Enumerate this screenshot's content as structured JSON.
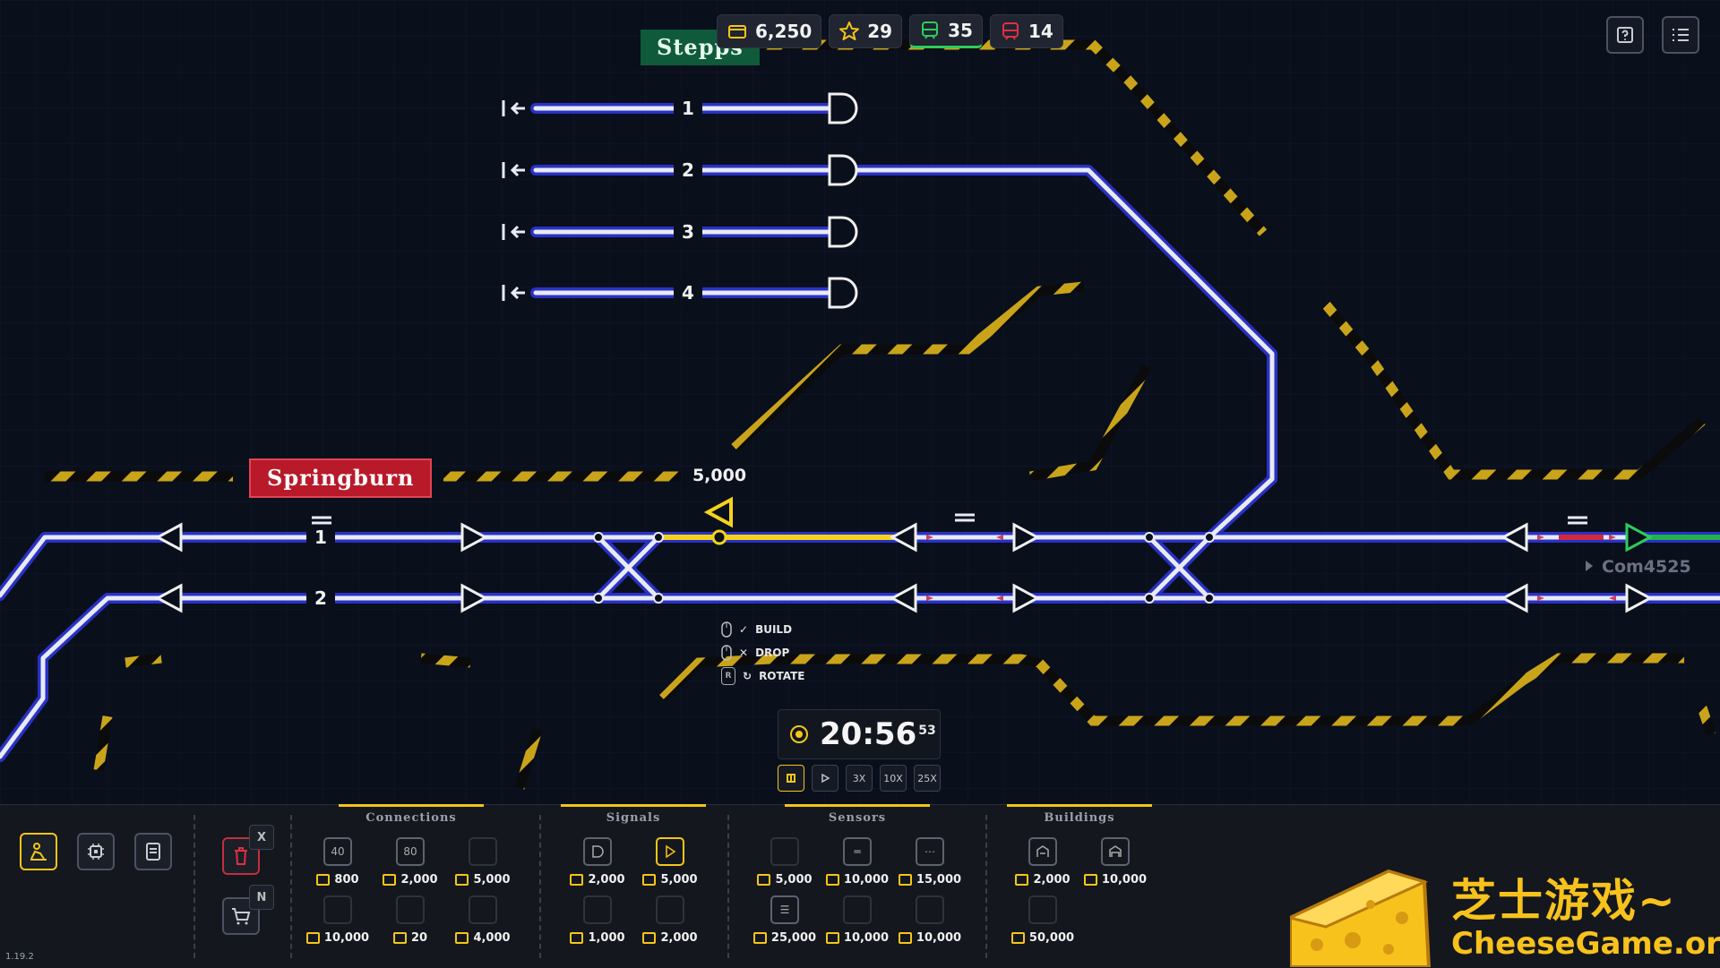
{
  "hud": {
    "money": "6,250",
    "stars": "29",
    "trains_green": "35",
    "trains_red": "14"
  },
  "stations": {
    "top": "Stepps",
    "left": "Springburn"
  },
  "platforms": {
    "top": [
      "1",
      "2",
      "3",
      "4"
    ],
    "main": [
      "1",
      "2"
    ]
  },
  "track_label": "5,000",
  "train_label": "Com4525",
  "hints": {
    "build": "BUILD",
    "drop": "DROP",
    "rotate": "ROTATE",
    "rotate_key": "R"
  },
  "clock": {
    "time": "20:56",
    "seconds": "53"
  },
  "speeds": [
    "3X",
    "10X",
    "25X"
  ],
  "toolbar": {
    "delete_key": "X",
    "shop_key": "N",
    "groups": {
      "connections": "Connections",
      "signals": "Signals",
      "sensors": "Sensors",
      "buildings": "Buildings"
    },
    "connections": {
      "row1": [
        {
          "icon": "40",
          "price": "800"
        },
        {
          "icon": "80",
          "price": "2,000"
        },
        {
          "icon": "",
          "price": "5,000"
        }
      ],
      "row2": [
        {
          "icon": "",
          "price": "10,000"
        },
        {
          "icon": "",
          "price": "20"
        },
        {
          "icon": "",
          "price": "4,000"
        }
      ]
    },
    "signals": {
      "row1": [
        {
          "price": "2,000"
        },
        {
          "price": "5,000"
        }
      ],
      "row2": [
        {
          "price": "1,000"
        },
        {
          "price": "2,000"
        }
      ]
    },
    "sensors": {
      "row1": [
        {
          "price": "5,000"
        },
        {
          "price": "10,000"
        },
        {
          "price": "15,000"
        }
      ],
      "row2": [
        {
          "price": "25,000"
        },
        {
          "price": "10,000"
        },
        {
          "price": "10,000"
        }
      ]
    },
    "buildings": {
      "row1": [
        {
          "price": "2,000"
        },
        {
          "price": "10,000"
        }
      ],
      "row2": [
        {
          "price": "50,000"
        }
      ]
    }
  },
  "version": "1.19.2",
  "watermark": {
    "cn": "芝士游戏~",
    "en": "CheeseGame.org"
  },
  "colors": {
    "track_glow": "#2d35d8",
    "track_core": "#e8eaf4",
    "selected_track": "#f5d31a",
    "hazard_yellow": "#d8b21c",
    "accent": "#f5c518",
    "station_red": "#b81a2a",
    "station_green": "#0f5a3a"
  }
}
